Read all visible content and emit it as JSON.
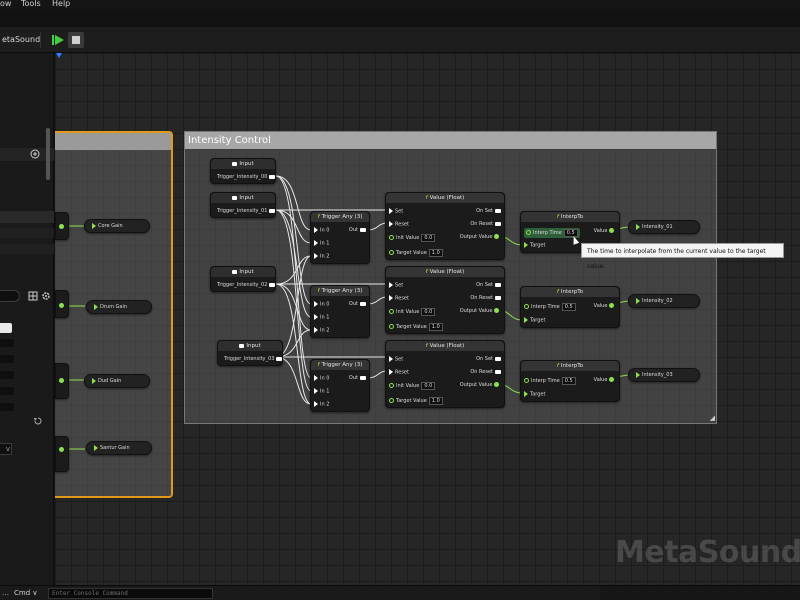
{
  "menu": {
    "items": [
      "ow",
      "Tools",
      "Help"
    ]
  },
  "toolbar": {
    "asset_tab": "etaSound"
  },
  "graph": {
    "comment_main_title": "Intensity Control",
    "comment_left_title": "",
    "inputs": [
      {
        "title": "Input",
        "pin": "Trigger_Intensity_00"
      },
      {
        "title": "Input",
        "pin": "Trigger_Intensity_01"
      },
      {
        "title": "Input",
        "pin": "Trigger_Intensity_02"
      },
      {
        "title": "Input",
        "pin": "Trigger_Intensity_03"
      }
    ],
    "gains": [
      "Core Gain",
      "Drum Gain",
      "Dud Gain",
      "Santur Gain"
    ],
    "trigger_any": {
      "title": "Trigger Any (3)",
      "in0": "In 0",
      "in1": "In 1",
      "in2": "In 2",
      "out": "Out"
    },
    "value_float": {
      "title": "Value (Float)",
      "set": "Set",
      "reset": "Reset",
      "init_value": "Init Value",
      "target_value": "Target Value",
      "on_set": "On Set",
      "on_reset": "On Reset",
      "output_value": "Output Value",
      "init_num": "0.0",
      "target_num": "1.0"
    },
    "interp_to": {
      "title": "InterpTo",
      "interp_time": "Interp Time",
      "target": "Target",
      "value": "Value",
      "time_num": "0.5"
    },
    "outputs": [
      "Intensity_01",
      "Intensity_02",
      "Intensity_03"
    ],
    "tooltip": "The time to interpolate from the current value to the target value."
  },
  "watermark": "MetaSoundSo",
  "statusbar": {
    "left": "…",
    "cmd": "Cmd ∨",
    "console_placeholder": "Enter Console Command"
  },
  "colors": {
    "accent_orange": "#e0991b",
    "pin_green": "#8ee04f",
    "play_green": "#3fd23f"
  }
}
